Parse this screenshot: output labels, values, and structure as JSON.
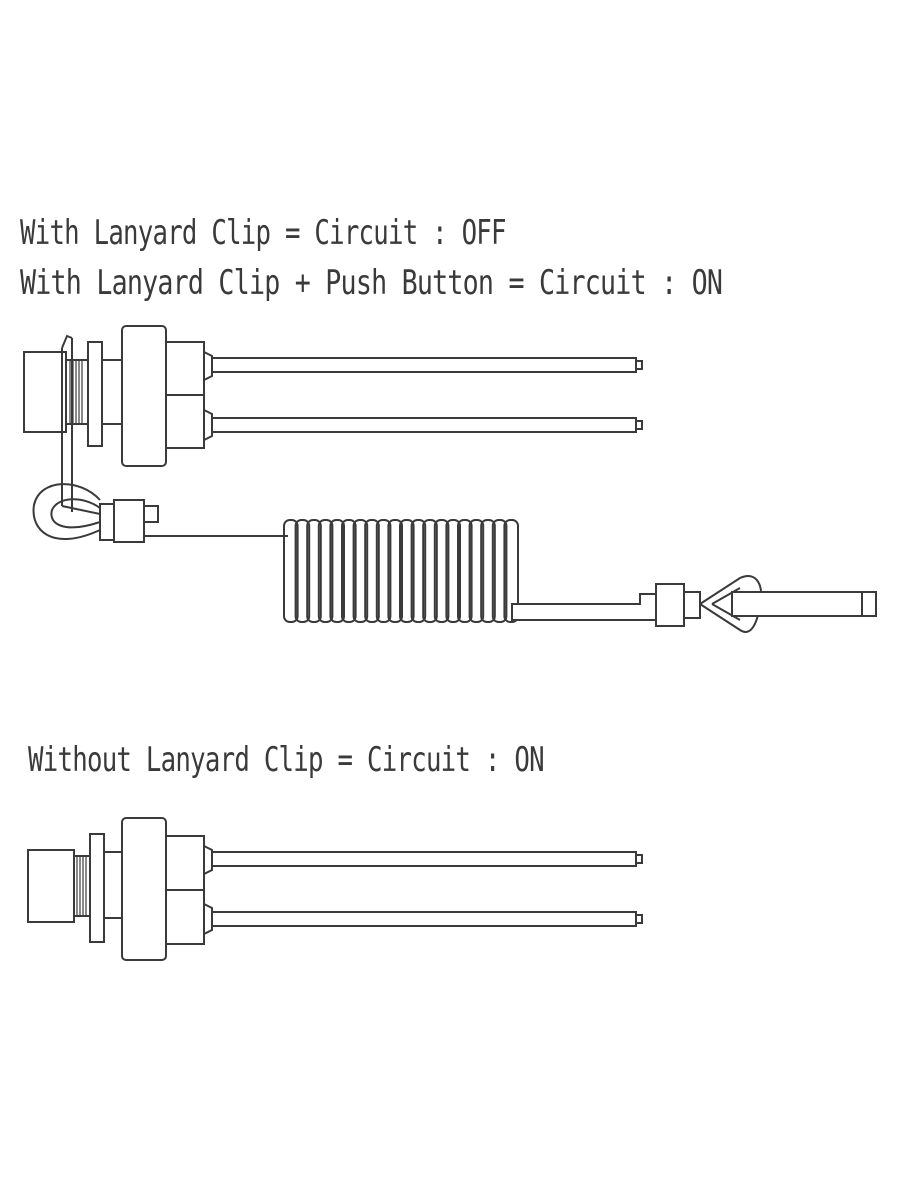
{
  "captions": {
    "clip_off": "With Lanyard Clip = Circuit : OFF",
    "clip_push_on": "With Lanyard Clip + Push Button = Circuit : ON",
    "without_clip_on": "Without Lanyard Clip = Circuit : ON"
  },
  "colors": {
    "line": "#3a3a3a",
    "background": "#ffffff"
  }
}
